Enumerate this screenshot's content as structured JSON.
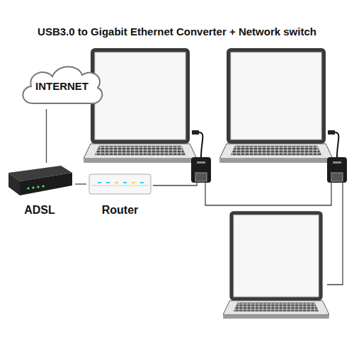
{
  "diagram": {
    "title": "USB3.0 to Gigabit Ethernet Converter + Network switch",
    "nodes": [
      {
        "text": [
          "INTERNET"
        ]
      },
      {
        "text": [
          "ADSL"
        ]
      },
      {
        "text": [
          "Router"
        ]
      }
    ],
    "edges": [
      {
        "from": 0,
        "to": 1,
        "arrow": "none"
      },
      {
        "from": 1,
        "to": 2,
        "arrow": "none"
      }
    ]
  }
}
